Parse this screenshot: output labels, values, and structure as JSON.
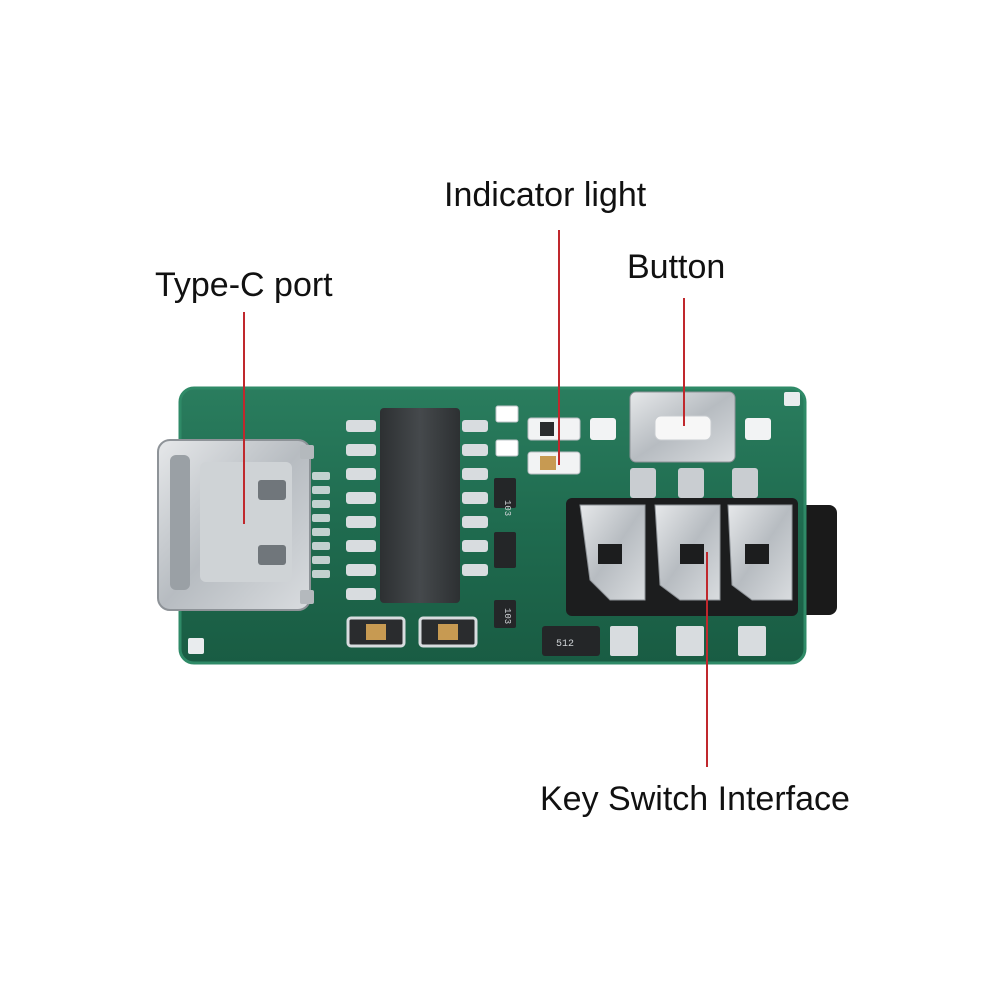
{
  "labels": {
    "type_c": "Type-C port",
    "indicator": "Indicator light",
    "button": "Button",
    "key_switch": "Key Switch Interface"
  },
  "colors": {
    "background": "#ffffff",
    "pcb": "#1f6b4f",
    "pcb_dark": "#15523b",
    "metal": "#c9cdd1",
    "chip": "#3a3d3f",
    "leader_line": "#c0282d",
    "text": "#111111"
  },
  "board_markings": {
    "resistor_1": "103",
    "resistor_2": "103",
    "resistor_3": "512"
  }
}
